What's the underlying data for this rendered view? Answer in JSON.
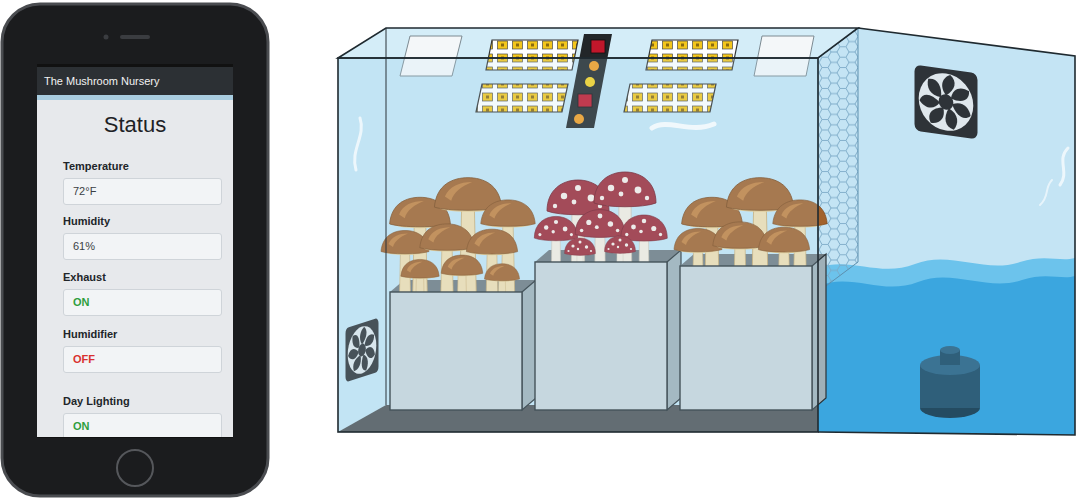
{
  "diagram": {
    "nodes": [
      {
        "text": [
          "The Mushroom Nursery"
        ]
      },
      {
        "text": [
          "Status"
        ]
      },
      {
        "text": [
          "Temperature",
          "72°F"
        ],
        "in": 1
      },
      {
        "text": [
          "Humidity",
          "61%"
        ],
        "in": 1
      },
      {
        "text": [
          "Exhaust",
          "ON"
        ],
        "in": 1
      },
      {
        "text": [
          "Humidifier",
          "OFF"
        ],
        "in": 1
      },
      {
        "text": [
          "Day Lighting",
          "ON"
        ],
        "in": 1
      }
    ]
  }
}
